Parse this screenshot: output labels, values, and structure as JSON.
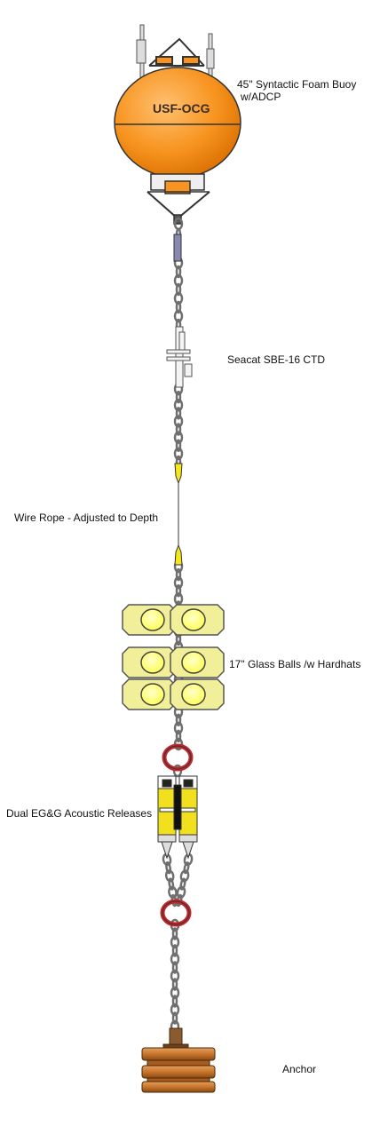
{
  "buoy": {
    "text": "USF-OCG"
  },
  "labels": {
    "buoy": "45\" Syntactic Foam Buoy",
    "buoy_line2": "w/ADCP",
    "ctd": "Seacat SBE-16 CTD",
    "wire": "Wire Rope - Adjusted to Depth",
    "glass": "17\" Glass Balls /w Hardhats",
    "releases": "Dual EG&G Acoustic Releases",
    "anchor": "Anchor"
  },
  "colors": {
    "buoy": "#f7931e",
    "chain": "#9a9a9a",
    "glass": "#f2ef9a",
    "glass_ball": "#ffff66",
    "release": "#f0e020",
    "ring": "#c0282e",
    "anchor": "#c8752a",
    "float": "#f5e61e"
  }
}
